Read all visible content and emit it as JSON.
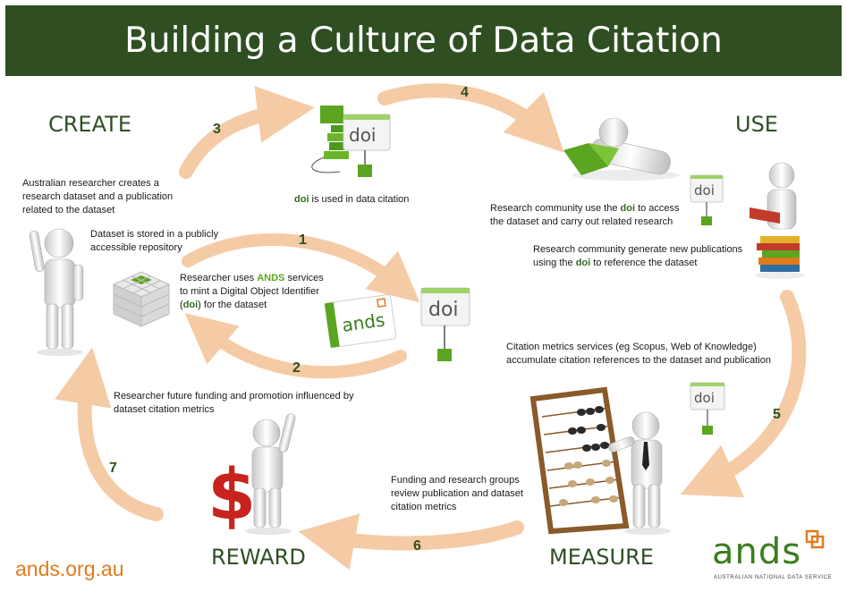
{
  "header": {
    "title": "Building a Culture of Data Citation"
  },
  "stages": {
    "create": "CREATE",
    "use": "USE",
    "measure": "MEASURE",
    "reward": "REWARD"
  },
  "steps": [
    "1",
    "2",
    "3",
    "4",
    "5",
    "6",
    "7"
  ],
  "captions": {
    "researcher_creates": "Australian researcher creates a research dataset and a publication related to the dataset",
    "stored": "Dataset is stored in a publicly accessible repository",
    "ands_services": {
      "pre": "Researcher uses ",
      "ands": "ANDS",
      "mid": " services to mint a Digital Object Identifier (",
      "doi": "doi",
      "post": ") for the dataset"
    },
    "doi_used": {
      "doi": "doi",
      "post": " is used in data citation"
    },
    "community_use": {
      "pre": "Research community use the ",
      "doi": "doi",
      "post": " to access the dataset and carry out related research"
    },
    "community_generate": {
      "pre": "Research community generate new publications using the ",
      "doi": "doi",
      "post": " to reference the dataset"
    },
    "metrics_services": "Citation metrics services (eg Scopus, Web of Knowledge) accumulate citation references to the dataset and publication",
    "funding_groups": "Funding and research groups review publication and dataset citation metrics",
    "future_funding": "Researcher future funding and promotion influenced by dataset citation metrics"
  },
  "doi_tag": "doi",
  "ands_logo": {
    "word": "ands",
    "subtitle": "AUSTRALIAN NATIONAL DATA SERVICE"
  },
  "footer": {
    "url": "ands.org.au"
  },
  "colors": {
    "header_bg": "#2f4f23",
    "arrow": "#f5cba6",
    "accent_green": "#5ba520",
    "url_orange": "#e07b1c"
  }
}
